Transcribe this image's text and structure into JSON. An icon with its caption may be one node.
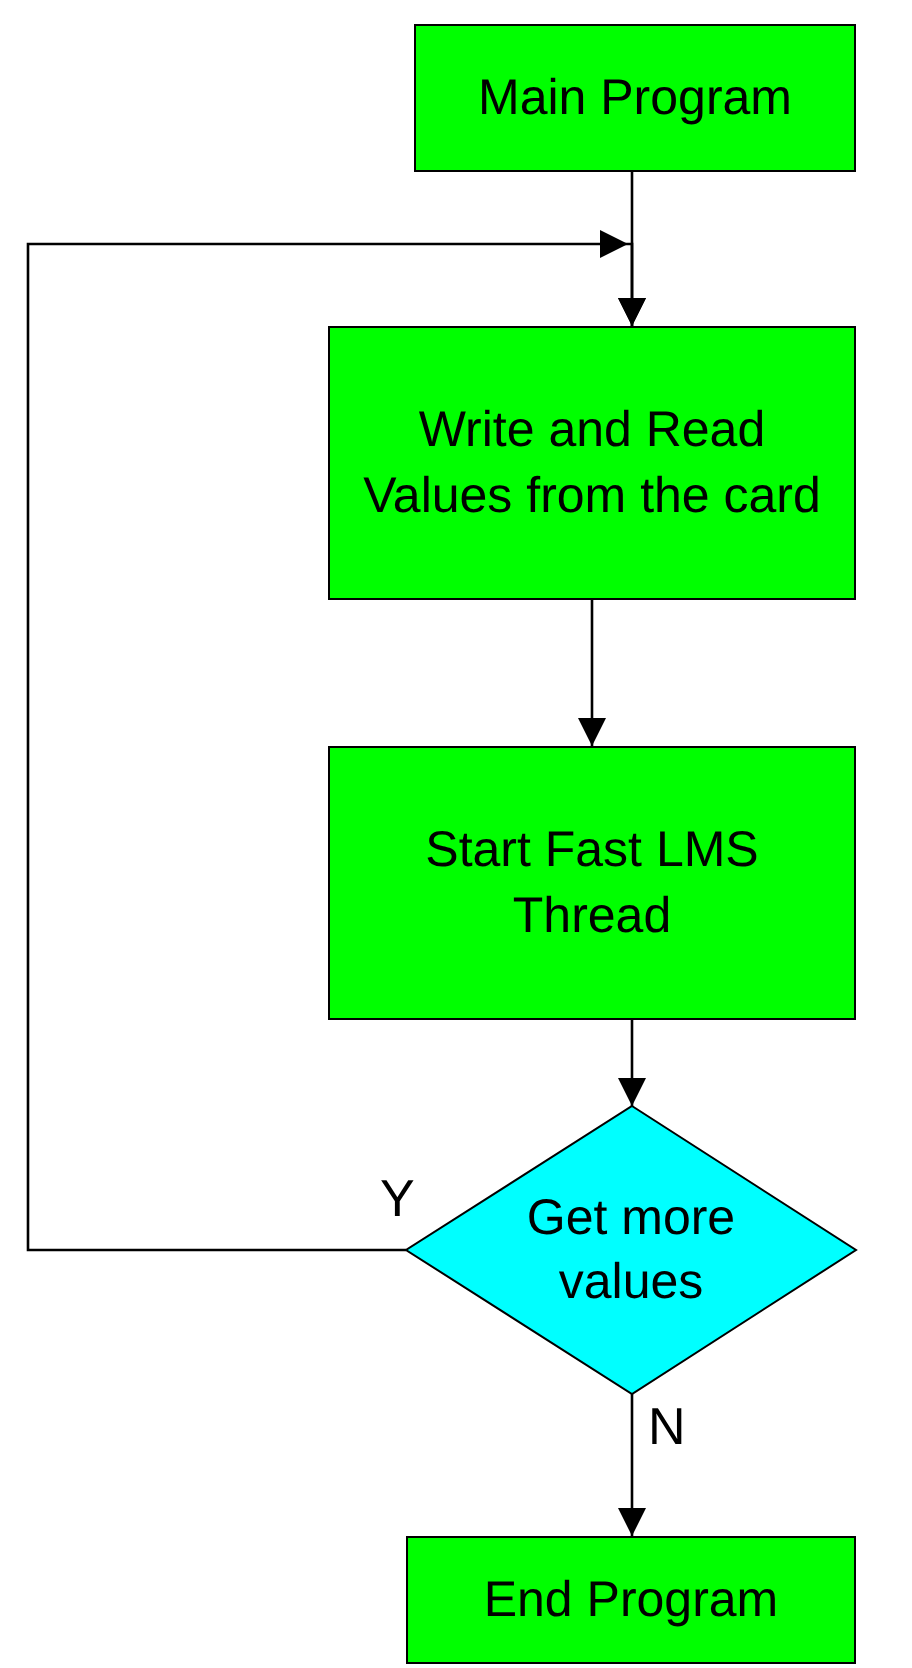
{
  "diagram": {
    "nodes": [
      {
        "text": [
          "Main Program"
        ]
      },
      {
        "text": [
          "Write and Read Values from the card"
        ]
      },
      {
        "text": [
          "Start Fast LMS Thread"
        ]
      },
      {
        "text": [
          "Get more values"
        ]
      },
      {
        "text": [
          "End Program"
        ]
      }
    ],
    "edges": [
      {
        "from": 0,
        "to": 1,
        "arrow": "to"
      },
      {
        "from": 1,
        "to": 2,
        "arrow": "to"
      },
      {
        "from": 2,
        "to": 3,
        "arrow": "to"
      },
      {
        "from": 3,
        "to": 1,
        "arrow": "to",
        "label": "Y"
      },
      {
        "from": 3,
        "to": 4,
        "arrow": "to",
        "label": "N"
      }
    ]
  }
}
